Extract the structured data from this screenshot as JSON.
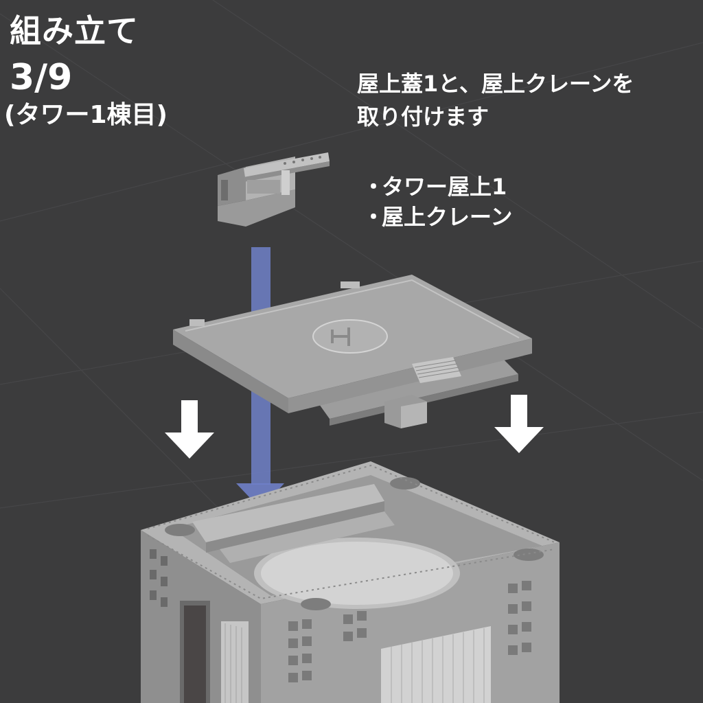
{
  "heading": {
    "title": "組み立て",
    "step": "3/9",
    "subtitle": "(タワー1棟目)"
  },
  "instruction": {
    "line1": "屋上蓋1と、屋上クレーンを",
    "line2": "取り付けます"
  },
  "parts": [
    {
      "bullet": "・",
      "label": "タワー屋上1"
    },
    {
      "bullet": "・",
      "label": "屋上クレーン"
    }
  ],
  "colors": {
    "background": "#3c3c3d",
    "model_gray": "#a3a3a3",
    "guide_arrow": "#6f80c8",
    "down_arrow": "#ffffff"
  },
  "icons": {
    "left_arrow": "down-arrow-icon",
    "right_arrow": "down-arrow-icon",
    "guide": "insertion-guide-arrow-icon"
  }
}
